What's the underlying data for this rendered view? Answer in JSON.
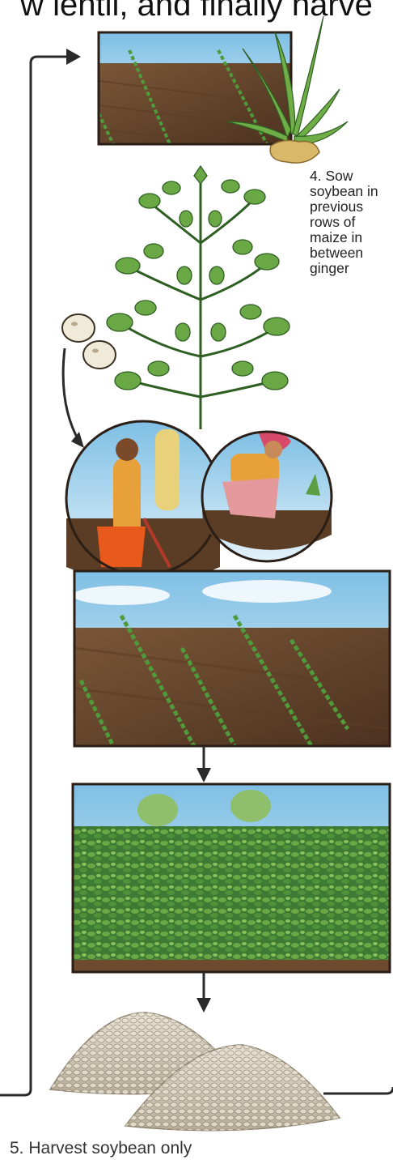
{
  "header": {
    "text": "w lentil, and finally harve"
  },
  "steps": {
    "step4": "4. Sow soybean in previous rows of maize in between ginger",
    "step5": "5. Harvest soybean only"
  },
  "colors": {
    "soil": "#6e4a2e",
    "soil_dark": "#4a2f1c",
    "sky": "#a9d6ee",
    "leaf": "#3f8a3a",
    "leaf_light": "#7ab54a",
    "frame": "#2a1e16",
    "seed_pile": "#d8d0bf",
    "arrow": "#2a2a2a"
  }
}
